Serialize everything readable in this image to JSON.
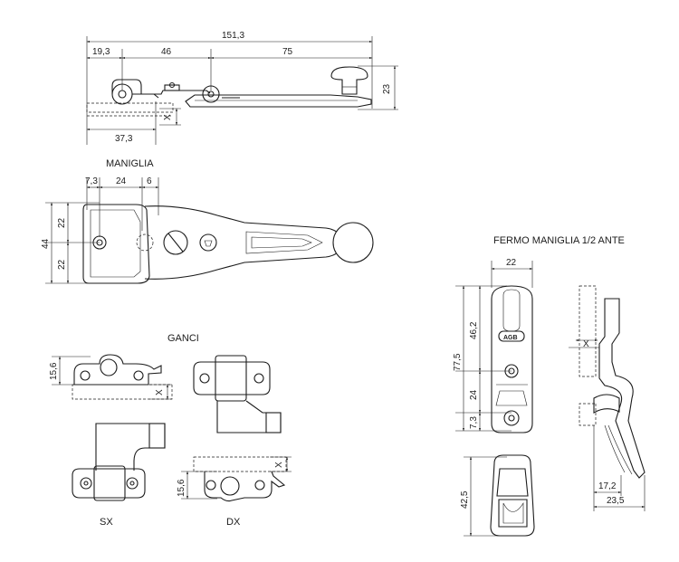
{
  "labels": {
    "maniglia": "MANIGLIA",
    "ganci": "GANCI",
    "sx": "SX",
    "dx": "DX",
    "fermo": "FERMO MANIGLIA 1/2 ANTE",
    "brand": "AGB"
  },
  "dimensions": {
    "top_total": "151,3",
    "top_19": "19,3",
    "top_46": "46",
    "top_75": "75",
    "top_23": "23",
    "top_x": "X",
    "top_37": "37,3",
    "man_7": "7,3",
    "man_24": "24",
    "man_6": "6",
    "man_44": "44",
    "man_22a": "22",
    "man_22b": "22",
    "ganci_15a": "15,6",
    "ganci_xa": "X",
    "ganci_15b": "15,6",
    "ganci_xb": "X",
    "fermo_22": "22",
    "fermo_77": "77,5",
    "fermo_46": "46,2",
    "fermo_24": "24",
    "fermo_7": "7,3",
    "fermo_42": "42,5",
    "fermo_x": "X",
    "fermo_17": "17,2",
    "fermo_23": "23,5"
  },
  "colors": {
    "line": "#1c1c1c",
    "background": "#ffffff"
  }
}
